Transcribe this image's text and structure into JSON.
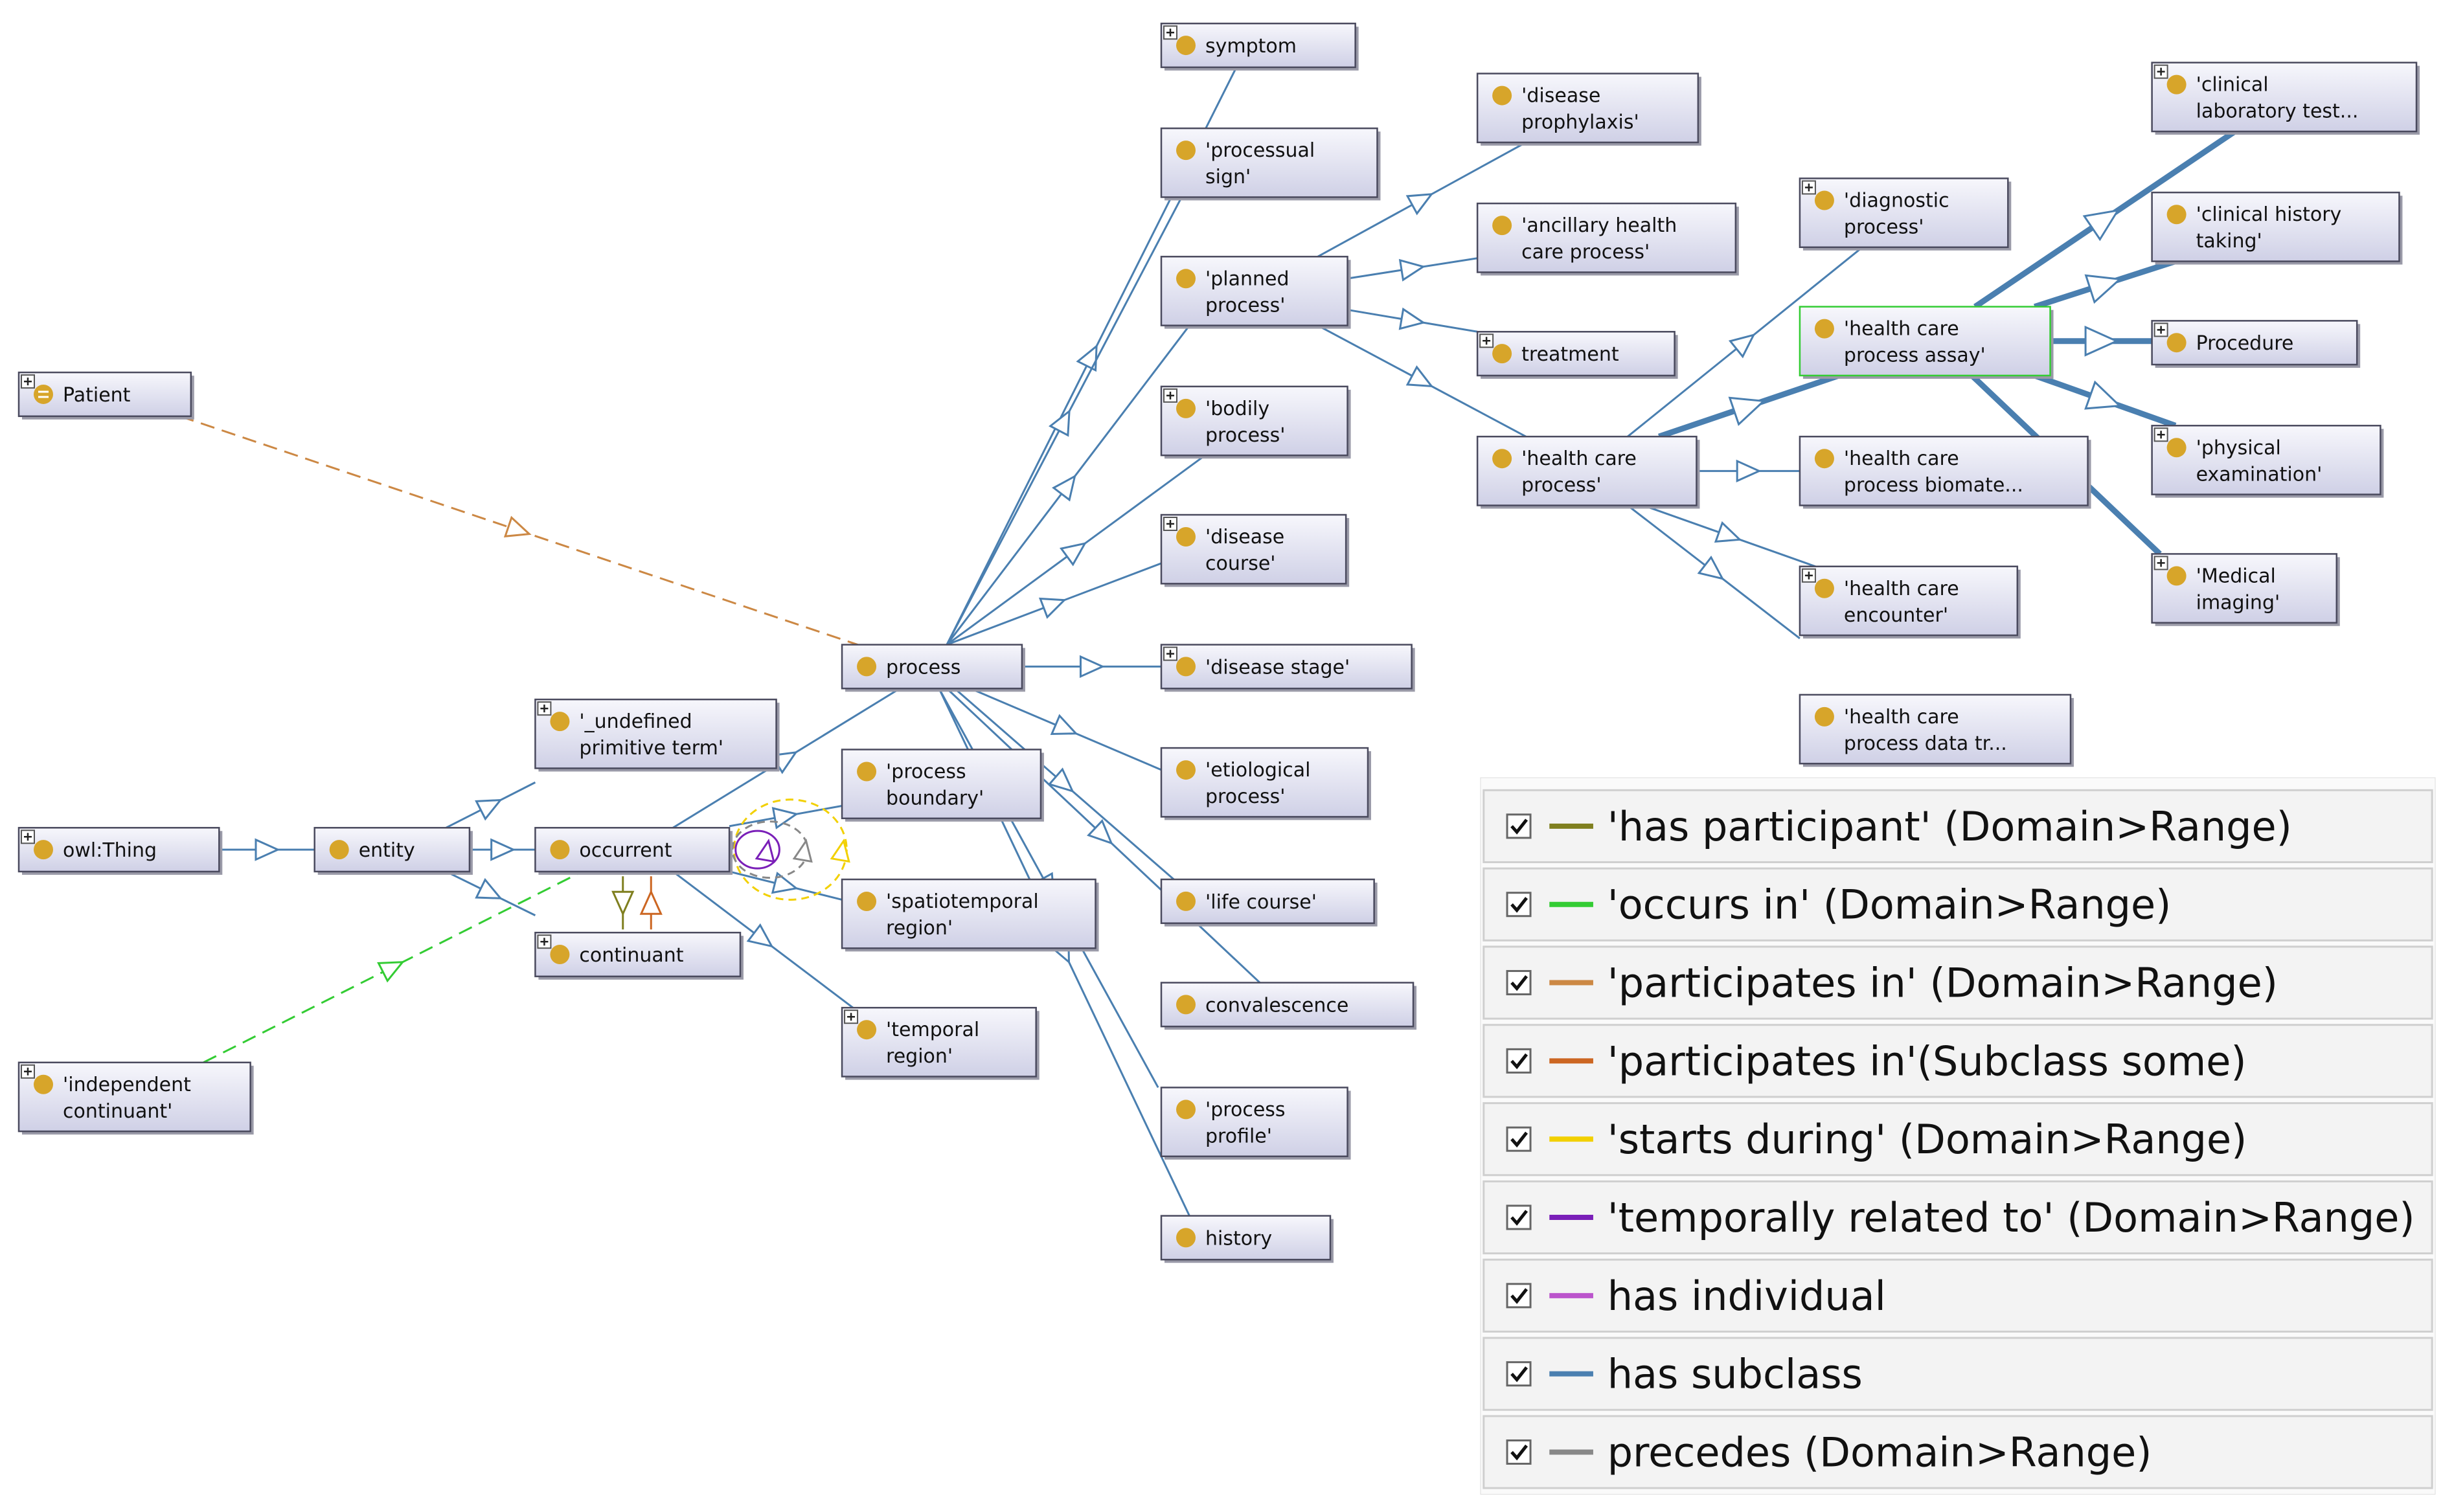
{
  "colors": {
    "node_fill_top": "#f7f7fc",
    "node_fill_bottom": "#cfd0e6",
    "node_border": "#4a4a5e",
    "node_dot": "#d7a52a",
    "selected_border": "#33cc33",
    "subclass_edge": "#4a7fb0",
    "participant_edge": "#7f7f1f",
    "occurs_in_edge": "#33cc33",
    "participates_in_edge": "#cc8844",
    "participates_some_edge": "#cc6622",
    "starts_during_edge": "#f2d000",
    "temporally_related_edge": "#7a1fb8",
    "has_individual_edge": "#bb55cc",
    "precedes_edge": "#888888"
  },
  "nodes": [
    {
      "id": "symptom",
      "lines": [
        "symptom"
      ],
      "expandable": true,
      "dot": "circle"
    },
    {
      "id": "processual-sign",
      "lines": [
        "'processual",
        "sign'"
      ],
      "expandable": false,
      "dot": "circle"
    },
    {
      "id": "planned-process",
      "lines": [
        "'planned",
        "process'"
      ],
      "expandable": false,
      "dot": "circle"
    },
    {
      "id": "bodily-process",
      "lines": [
        "'bodily",
        "process'"
      ],
      "expandable": true,
      "dot": "circle"
    },
    {
      "id": "disease-course",
      "lines": [
        "'disease",
        "course'"
      ],
      "expandable": true,
      "dot": "circle"
    },
    {
      "id": "disease-stage",
      "lines": [
        "'disease stage'"
      ],
      "expandable": true,
      "dot": "circle"
    },
    {
      "id": "etiological-process",
      "lines": [
        "'etiological",
        "process'"
      ],
      "expandable": false,
      "dot": "circle"
    },
    {
      "id": "life-course",
      "lines": [
        "'life course'"
      ],
      "expandable": false,
      "dot": "circle"
    },
    {
      "id": "convalescence",
      "lines": [
        "convalescence"
      ],
      "expandable": false,
      "dot": "circle"
    },
    {
      "id": "process-profile",
      "lines": [
        "'process",
        "profile'"
      ],
      "expandable": false,
      "dot": "circle"
    },
    {
      "id": "history",
      "lines": [
        "history"
      ],
      "expandable": false,
      "dot": "circle"
    },
    {
      "id": "disease-prophylaxis",
      "lines": [
        "'disease",
        "prophylaxis'"
      ],
      "expandable": false,
      "dot": "circle"
    },
    {
      "id": "ancillary",
      "lines": [
        "'ancillary health",
        "care process'"
      ],
      "expandable": false,
      "dot": "circle"
    },
    {
      "id": "treatment",
      "lines": [
        "treatment"
      ],
      "expandable": true,
      "dot": "circle"
    },
    {
      "id": "hc-process",
      "lines": [
        "'health care",
        "process'"
      ],
      "expandable": false,
      "dot": "circle"
    },
    {
      "id": "diagnostic-process",
      "lines": [
        "'diagnostic",
        "process'"
      ],
      "expandable": true,
      "dot": "circle"
    },
    {
      "id": "hc-assay",
      "lines": [
        "'health care",
        "process assay'"
      ],
      "expandable": false,
      "dot": "circle",
      "selected": true
    },
    {
      "id": "hc-biomate",
      "lines": [
        "'health care",
        "process biomate..."
      ],
      "expandable": false,
      "dot": "circle"
    },
    {
      "id": "hc-encounter",
      "lines": [
        "'health care",
        "encounter'"
      ],
      "expandable": true,
      "dot": "circle"
    },
    {
      "id": "hc-datatr",
      "lines": [
        "'health care",
        "process data tr..."
      ],
      "expandable": false,
      "dot": "circle"
    },
    {
      "id": "clinical-lab",
      "lines": [
        "'clinical",
        "laboratory test..."
      ],
      "expandable": true,
      "dot": "circle"
    },
    {
      "id": "clinical-history",
      "lines": [
        "'clinical history",
        "taking'"
      ],
      "expandable": false,
      "dot": "circle"
    },
    {
      "id": "procedure",
      "lines": [
        "Procedure"
      ],
      "expandable": true,
      "dot": "circle"
    },
    {
      "id": "physical-exam",
      "lines": [
        "'physical",
        "examination'"
      ],
      "expandable": true,
      "dot": "circle"
    },
    {
      "id": "medical-imaging",
      "lines": [
        "'Medical",
        "imaging'"
      ],
      "expandable": true,
      "dot": "circle"
    },
    {
      "id": "patient",
      "lines": [
        "Patient"
      ],
      "expandable": true,
      "dot": "individual"
    },
    {
      "id": "owl-thing",
      "lines": [
        "owl:Thing"
      ],
      "expandable": true,
      "dot": "circle"
    },
    {
      "id": "entity",
      "lines": [
        "entity"
      ],
      "expandable": false,
      "dot": "circle"
    },
    {
      "id": "undefined",
      "lines": [
        "'_undefined",
        "primitive term'"
      ],
      "expandable": true,
      "dot": "circle"
    },
    {
      "id": "occurrent",
      "lines": [
        "occurrent"
      ],
      "expandable": false,
      "dot": "circle"
    },
    {
      "id": "continuant",
      "lines": [
        "continuant"
      ],
      "expandable": true,
      "dot": "circle"
    },
    {
      "id": "independent-continuant",
      "lines": [
        "'independent",
        "continuant'"
      ],
      "expandable": true,
      "dot": "circle"
    },
    {
      "id": "process",
      "lines": [
        "process"
      ],
      "expandable": false,
      "dot": "circle"
    },
    {
      "id": "process-boundary",
      "lines": [
        "'process",
        "boundary'"
      ],
      "expandable": false,
      "dot": "circle"
    },
    {
      "id": "spatiotemporal-region",
      "lines": [
        "'spatiotemporal",
        "region'"
      ],
      "expandable": false,
      "dot": "circle"
    },
    {
      "id": "temporal-region",
      "lines": [
        "'temporal",
        "region'"
      ],
      "expandable": true,
      "dot": "circle"
    }
  ],
  "legend": [
    {
      "label": "'has participant' (Domain>Range)",
      "color": "#7f7f1f",
      "checked": true
    },
    {
      "label": "'occurs in' (Domain>Range)",
      "color": "#33cc33",
      "checked": true
    },
    {
      "label": "'participates in' (Domain>Range)",
      "color": "#cc8844",
      "checked": true
    },
    {
      "label": "'participates in'(Subclass some)",
      "color": "#cc6622",
      "checked": true
    },
    {
      "label": "'starts during' (Domain>Range)",
      "color": "#f2d000",
      "checked": true
    },
    {
      "label": "'temporally related to' (Domain>Range)",
      "color": "#7a1fb8",
      "checked": true
    },
    {
      "label": "has individual",
      "color": "#bb55cc",
      "checked": true
    },
    {
      "label": "has subclass",
      "color": "#4a7fb0",
      "checked": true
    },
    {
      "label": "precedes (Domain>Range)",
      "color": "#888888",
      "checked": true
    }
  ]
}
